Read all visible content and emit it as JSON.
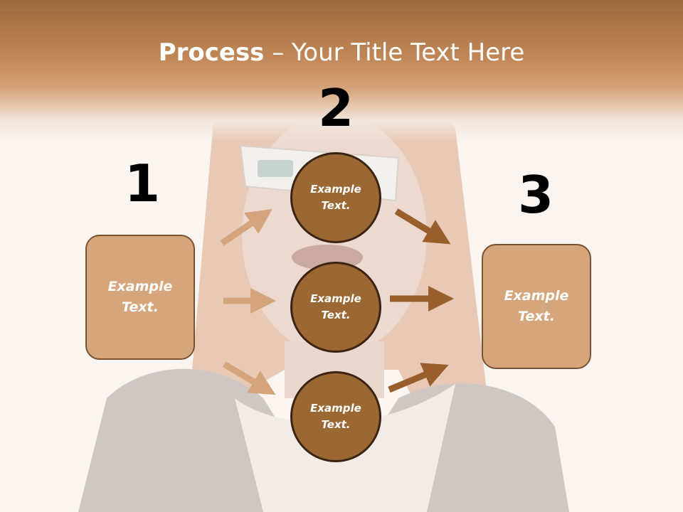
{
  "slide": {
    "title_bold": "Process",
    "title_rest": " – Your Title Text Here",
    "steps": [
      "1",
      "2",
      "3"
    ],
    "left_box_text": "Example\nText.",
    "right_box_text": "Example\nText.",
    "circles": [
      "Example\nText.",
      "Example\nText.",
      "Example\nText."
    ]
  },
  "colors": {
    "header_top": "#9a6a40",
    "box_fill": "#d5a57c",
    "circle_fill": "#9b6733",
    "arrow_light": "#d4a57d",
    "arrow_dark": "#985f2c"
  }
}
